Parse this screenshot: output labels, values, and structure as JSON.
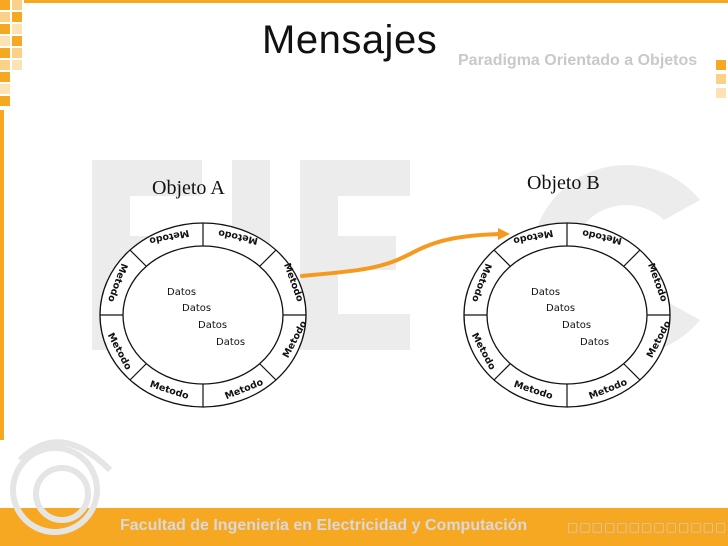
{
  "slide": {
    "title": "Mensajes",
    "subtitle": "Paradigma Orientado a Objetos",
    "footer": "Facultad de Ingeniería en Electricidad y Computación",
    "footer_squares": "□□□□□□□□□□□□□□□□"
  },
  "watermark": "FIEC",
  "objects": [
    {
      "label": "Objeto A",
      "datos": [
        "Datos",
        "Datos",
        "Datos",
        "Datos"
      ],
      "metodos": [
        "Metodo",
        "Metodo",
        "Metodo",
        "Metodo",
        "Metodo",
        "Metodo",
        "Metodo",
        "Metodo"
      ]
    },
    {
      "label": "Objeto B",
      "datos": [
        "Datos",
        "Datos",
        "Datos",
        "Datos"
      ],
      "metodos": [
        "Metodo",
        "Metodo",
        "Metodo",
        "Metodo",
        "Metodo",
        "Metodo",
        "Metodo",
        "Metodo"
      ]
    }
  ],
  "colors": {
    "accent": "#f7a823",
    "arrow": "#f59a1e",
    "watermark": "#ececec"
  }
}
